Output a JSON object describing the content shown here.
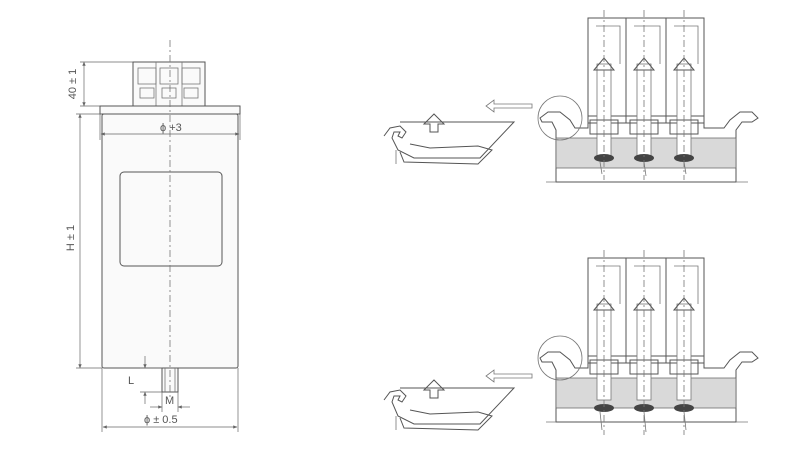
{
  "front_view": {
    "dim_terminal_height": "40 ± 1",
    "dim_cap_diameter": "ϕ +3",
    "dim_body_height": "H ± 1",
    "dim_stud_length": "L",
    "dim_thread": "M",
    "dim_body_diameter": "ϕ ± 0.5"
  },
  "colors": {
    "line": "#555555",
    "shade": "#d9d9d9",
    "background": "#ffffff"
  }
}
